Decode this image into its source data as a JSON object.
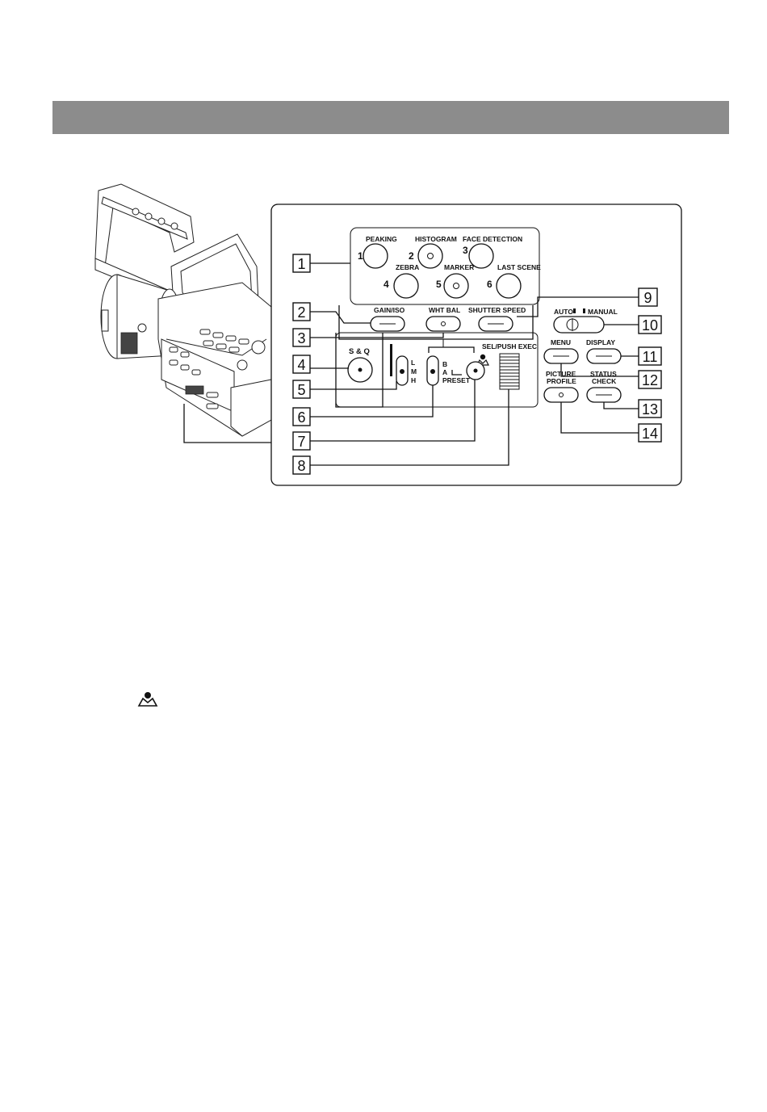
{
  "header": {
    "title": ""
  },
  "panel": {
    "assign_buttons": [
      {
        "num": "1",
        "label": "PEAKING"
      },
      {
        "num": "2",
        "label": "HISTOGRAM"
      },
      {
        "num": "3",
        "label": "FACE  DETECTION"
      },
      {
        "num": "4",
        "label": "ZEBRA"
      },
      {
        "num": "5",
        "label": "MARKER"
      },
      {
        "num": "6",
        "label": "LAST SCENE"
      }
    ],
    "gain_label": "GAIN/ISO",
    "wht_bal_label": "WHT BAL",
    "shutter_label": "SHUTTER SPEED",
    "auto_label": "AUTO",
    "manual_label": "MANUAL",
    "sq_label": "S & Q",
    "gain_positions": [
      "L",
      "M",
      "H"
    ],
    "wb_positions": [
      "B",
      "A",
      "PRESET"
    ],
    "sel_push_label": "SEL/PUSH EXEC",
    "menu_label": "MENU",
    "display_label": "DISPLAY",
    "picture_profile_label": [
      "PICTURE",
      "PROFILE"
    ],
    "status_check_label": [
      "STATUS",
      "CHECK"
    ]
  },
  "callouts": [
    "1",
    "2",
    "3",
    "4",
    "5",
    "6",
    "7",
    "8",
    "9",
    "10",
    "11",
    "12",
    "13",
    "14"
  ],
  "icons": {
    "one_push_wb": "one-push-wb-icon"
  }
}
